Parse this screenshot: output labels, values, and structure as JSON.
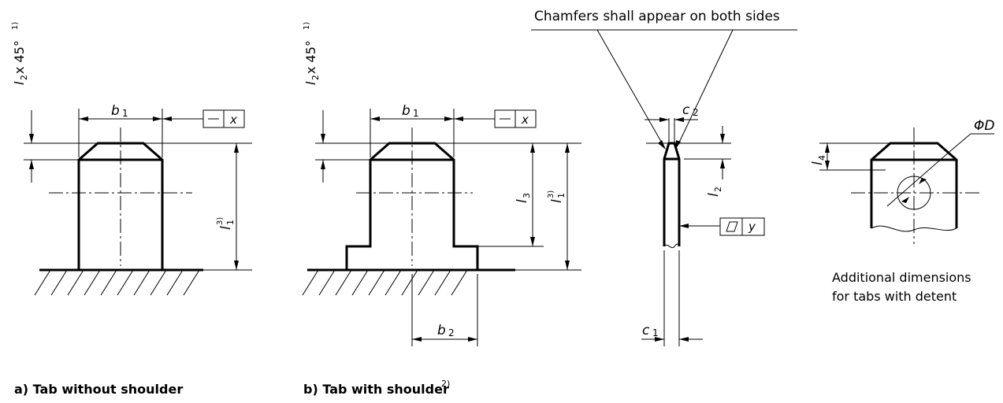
{
  "labels": {
    "b1": "b",
    "b1_sub": "1",
    "b2": "b",
    "b2_sub": "2",
    "c1": "c",
    "c1_sub": "1",
    "c2": "c",
    "c2_sub": "2",
    "l1": "l",
    "l1_sub": "1",
    "l1_sup": "3)",
    "l2": "l",
    "l2_sub": "2",
    "l2x45": "l",
    "l2x45_sub": "2",
    "l2x45_rest": " x 45°",
    "l2x45_sup": "1)",
    "l3": "l",
    "l3_sub": "3",
    "l4": "l",
    "l4_sub": "4",
    "phiD": "ΦD"
  },
  "tolerance_frames": {
    "straightness_symbol": "—",
    "straightness_ref": "x",
    "flatness_symbol": "▱",
    "flatness_ref": "y"
  },
  "notes": {
    "chamfers": "Chamfers shall appear on both sides",
    "additional_line1": "Additional dimensions",
    "additional_line2": "for tabs with detent"
  },
  "captions": {
    "a": "a)  Tab without shoulder",
    "b": "b)  Tab with shoulder",
    "b_sup": "2)"
  }
}
